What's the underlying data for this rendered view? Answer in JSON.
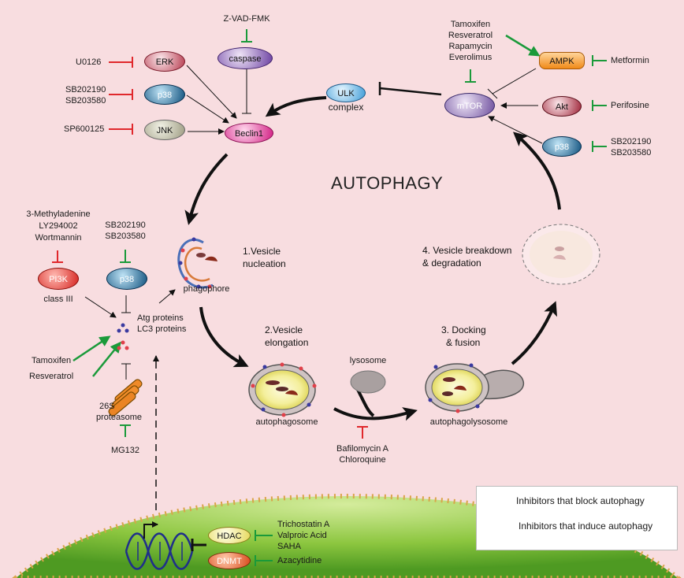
{
  "title": "AUTOPHAGY",
  "inhibitors": {
    "zvad": "Z-VAD-FMK",
    "u0126": "U0126",
    "sb202190": "SB202190",
    "sb203580": "SB203580",
    "sp600125": "SP600125",
    "tamoxifen": "Tamoxifen",
    "resveratrol": "Resveratrol",
    "rapamycin": "Rapamycin",
    "everolimus": "Everolimus",
    "metformin": "Metformin",
    "perifosine": "Perifosine",
    "methyladenine": "3-Methyladenine",
    "ly294002": "LY294002",
    "wortmannin": "Wortmannin",
    "mg132": "MG132",
    "bafilomycin": "Bafilomycin A",
    "chloroquine": "Chloroquine",
    "trichostatin": "Trichostatin A",
    "valproic": "Valproic Acid",
    "saha": "SAHA",
    "azacytidine": "Azacytidine"
  },
  "nodes": {
    "erk": "ERK",
    "caspase": "caspase",
    "p38": "p38",
    "jnk": "JNK",
    "beclin": "Beclin1",
    "ulk": "ULK",
    "ulk_sub": "complex",
    "mtor": "mTOR",
    "ampk": "AMPK",
    "akt": "Akt",
    "pi3k": "PI3K",
    "pi3k_sub": "class III",
    "hdac": "HDAC",
    "dnmt": "DNMT"
  },
  "labels": {
    "atg": "Atg proteins",
    "lc3": "LC3 proteins",
    "phagophore": "phagophore",
    "proteasome_1": "26S",
    "proteasome_2": "proteasome",
    "autophagosome": "autophagosome",
    "lysosome": "lysosome",
    "autophagolysosome": "autophagolysosome"
  },
  "steps": {
    "s1_a": "1.Vesicle",
    "s1_b": "nucleation",
    "s2_a": "2.Vesicle",
    "s2_b": "elongation",
    "s3_a": "3. Docking",
    "s3_b": "& fusion",
    "s4_a": "4. Vesicle breakdown",
    "s4_b": "& degradation"
  },
  "legend": {
    "block": "Inhibitors that block autophagy",
    "induce": "Inhibitors that induce autophagy"
  },
  "colors": {
    "background": "#f8dde0",
    "block": "#e0282c",
    "induce": "#1a9a3a",
    "nucleus": "#8cc63f"
  }
}
